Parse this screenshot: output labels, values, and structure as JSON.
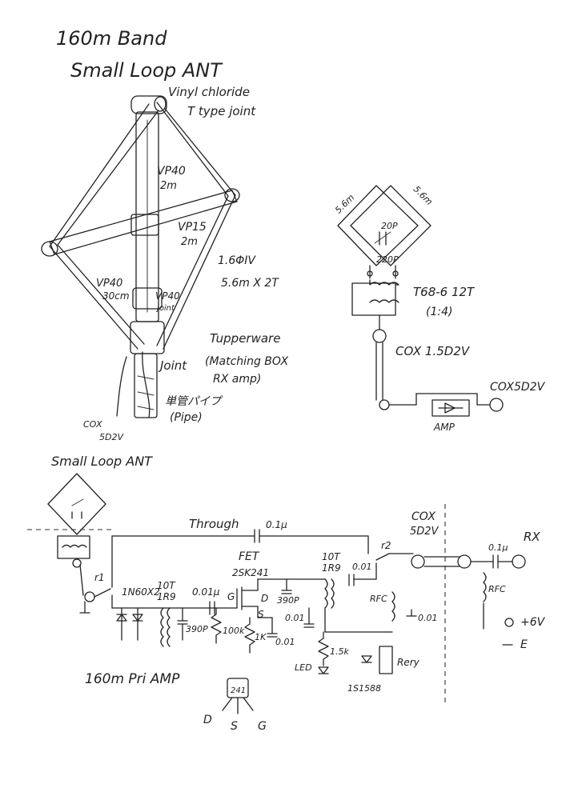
{
  "title": {
    "line1": "160m Band",
    "line2": "Small Loop ANT"
  },
  "antenna_sketch": {
    "joint_label_line1": "Vinyl chloride",
    "joint_label_line2": "T type joint",
    "mast_top_label": "VP40",
    "mast_top_length": "2m",
    "crossbar_label": "VP15",
    "crossbar_length": "2m",
    "wire_label": "1.6ΦIV",
    "wire_turns": "5.6m X 2T",
    "lower_mast_label": "VP40",
    "lower_mast_length": "30cm",
    "joint_small_label": "VP40",
    "joint_small_sub": "joint",
    "box_label": "Tupperware",
    "box_sub1": "(Matching BOX",
    "box_sub2": "RX amp)",
    "joint_label": "Joint",
    "pipe_label": "単管パイプ",
    "pipe_sub": "(Pipe)",
    "coax_label": "COX",
    "coax_type": "5D2V"
  },
  "loop_schematic": {
    "side_left": "5.6m",
    "side_right": "5.6m",
    "cap_top": "20P",
    "cap_bottom": "220P",
    "core_label": "T68-6 12T",
    "ratio_label": "(1:4)",
    "coax_label": "COX 1.5D2V",
    "out_coax_label": "COX5D2V",
    "amp_label": "AMP"
  },
  "amp_schematic": {
    "title": "Small Loop ANT",
    "through_label": "Through",
    "through_cap": "0.1μ",
    "relay_r1": "r1",
    "relay_r2": "r2",
    "diodes_label": "1N60X2",
    "input_coil": "10T",
    "input_core": "1R9",
    "input_cap": "390P",
    "coupling_cap": "0.01μ",
    "gate_label": "G",
    "gate_res": "100k",
    "fet_label": "FET",
    "fet_type": "2SK241",
    "drain_label": "D",
    "source_label": "S",
    "source_res": "1K",
    "source_cap": "0.01",
    "drain_cap": "390P",
    "bypass_cap": "0.01",
    "out_coil": "10T",
    "out_core": "1R9",
    "out_cap": "0.01",
    "rfc1": "RFC",
    "rfc_cap": "0.01",
    "led_res": "1.5k",
    "led_label": "LED",
    "diode_label": "1S1588",
    "relay_label": "Rery",
    "coax_label": "COX",
    "coax_type": "5D2V",
    "out_cap2": "0.1μ",
    "rx_label": "RX",
    "rfc2": "RFC",
    "power_label": "+6V",
    "ground_label": "E",
    "section_title": "160m Pri AMP"
  },
  "pinout": {
    "part": "241",
    "pin_d": "D",
    "pin_s": "S",
    "pin_g": "G"
  }
}
